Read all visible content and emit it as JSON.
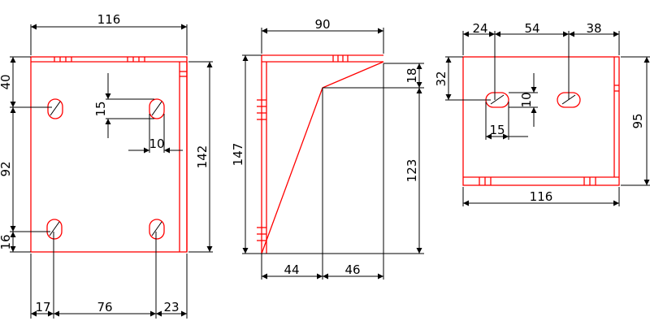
{
  "colors": {
    "outline": "#ff0000",
    "dimension": "#000000",
    "background": "#ffffff"
  },
  "views": {
    "front": {
      "dims": {
        "width": "116",
        "top_to_hole": "40",
        "slot_height": "15",
        "slot_width": "10",
        "hole_spacing_v": "92",
        "height": "142",
        "bottom_to_hole": "16",
        "left_to_hole": "17",
        "hole_spacing_h": "76",
        "right_to_hole": "23"
      }
    },
    "side": {
      "dims": {
        "width": "90",
        "height": "147",
        "top_flange": "18",
        "lower_height": "123",
        "base_left": "44",
        "base_right": "46"
      }
    },
    "top": {
      "dims": {
        "left_to_hole": "24",
        "hole_spacing": "54",
        "right_to_hole": "38",
        "back_to_hole": "32",
        "slot_depth": "10",
        "depth": "95",
        "slot_length": "15",
        "width": "116"
      }
    }
  }
}
